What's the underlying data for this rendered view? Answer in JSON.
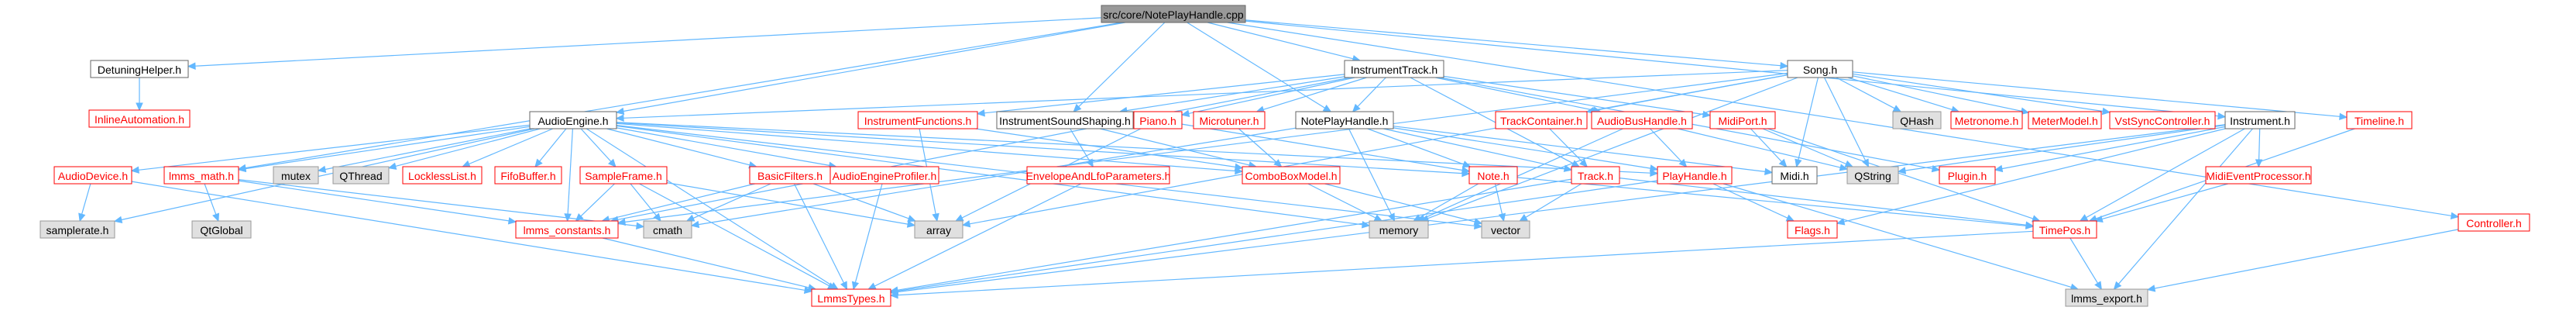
{
  "colors": {
    "root_fill": "#999999",
    "root_stroke": "#666666",
    "link_stroke": "#666666",
    "link_text": "#000000",
    "incomplete_stroke": "#ff0000",
    "incomplete_text": "#ff0000",
    "external_fill": "#e0e0e0",
    "external_stroke": "#999999",
    "edge": "#63b8ff"
  },
  "nodes": {
    "root": {
      "label": "src/core/NotePlayHandle.cpp",
      "kind": "root"
    },
    "detuning_helper": {
      "label": "DetuningHelper.h",
      "kind": "link"
    },
    "inline_automation": {
      "label": "InlineAutomation.h",
      "kind": "incomplete"
    },
    "audio_engine": {
      "label": "AudioEngine.h",
      "kind": "link"
    },
    "audio_device": {
      "label": "AudioDevice.h",
      "kind": "incomplete"
    },
    "samplerate": {
      "label": "samplerate.h",
      "kind": "external"
    },
    "lmms_math": {
      "label": "lmms_math.h",
      "kind": "incomplete"
    },
    "qtglobal": {
      "label": "QtGlobal",
      "kind": "external"
    },
    "mutex": {
      "label": "mutex",
      "kind": "external"
    },
    "qthread": {
      "label": "QThread",
      "kind": "external"
    },
    "lockless_list": {
      "label": "LocklessList.h",
      "kind": "incomplete"
    },
    "fifo_buffer": {
      "label": "FifoBuffer.h",
      "kind": "incomplete"
    },
    "sample_frame": {
      "label": "SampleFrame.h",
      "kind": "incomplete"
    },
    "lmms_constants": {
      "label": "lmms_constants.h",
      "kind": "incomplete"
    },
    "cmath": {
      "label": "cmath",
      "kind": "external"
    },
    "lmms_types": {
      "label": "LmmsTypes.h",
      "kind": "incomplete"
    },
    "basic_filters": {
      "label": "BasicFilters.h",
      "kind": "incomplete"
    },
    "audio_engine_profiler": {
      "label": "AudioEngineProfiler.h",
      "kind": "incomplete"
    },
    "array": {
      "label": "array",
      "kind": "external"
    },
    "instrument_functions": {
      "label": "InstrumentFunctions.h",
      "kind": "incomplete"
    },
    "instrument_track": {
      "label": "InstrumentTrack.h",
      "kind": "link"
    },
    "instrument_sound_shaping": {
      "label": "InstrumentSoundShaping.h",
      "kind": "link"
    },
    "envelope_lfo": {
      "label": "EnvelopeAndLfoParameters.h",
      "kind": "incomplete"
    },
    "piano": {
      "label": "Piano.h",
      "kind": "incomplete"
    },
    "microtuner": {
      "label": "Microtuner.h",
      "kind": "incomplete"
    },
    "combo_box_model": {
      "label": "ComboBoxModel.h",
      "kind": "incomplete"
    },
    "memory": {
      "label": "memory",
      "kind": "external"
    },
    "note_play_handle": {
      "label": "NotePlayHandle.h",
      "kind": "link"
    },
    "note": {
      "label": "Note.h",
      "kind": "incomplete"
    },
    "vector": {
      "label": "vector",
      "kind": "external"
    },
    "track": {
      "label": "Track.h",
      "kind": "incomplete"
    },
    "track_container": {
      "label": "TrackContainer.h",
      "kind": "incomplete"
    },
    "audio_bus_handle": {
      "label": "AudioBusHandle.h",
      "kind": "incomplete"
    },
    "play_handle": {
      "label": "PlayHandle.h",
      "kind": "incomplete"
    },
    "midi_port": {
      "label": "MidiPort.h",
      "kind": "incomplete"
    },
    "midi": {
      "label": "Midi.h",
      "kind": "link"
    },
    "qstring": {
      "label": "QString",
      "kind": "external"
    },
    "plugin": {
      "label": "Plugin.h",
      "kind": "incomplete"
    },
    "flags": {
      "label": "Flags.h",
      "kind": "incomplete"
    },
    "song": {
      "label": "Song.h",
      "kind": "link"
    },
    "qhash": {
      "label": "QHash",
      "kind": "external"
    },
    "metronome": {
      "label": "Metronome.h",
      "kind": "incomplete"
    },
    "meter_model": {
      "label": "MeterModel.h",
      "kind": "incomplete"
    },
    "vst_sync_controller": {
      "label": "VstSyncController.h",
      "kind": "incomplete"
    },
    "instrument": {
      "label": "Instrument.h",
      "kind": "link"
    },
    "midi_event_processor": {
      "label": "MidiEventProcessor.h",
      "kind": "incomplete"
    },
    "time_pos": {
      "label": "TimePos.h",
      "kind": "incomplete"
    },
    "timeline": {
      "label": "Timeline.h",
      "kind": "incomplete"
    },
    "controller": {
      "label": "Controller.h",
      "kind": "incomplete"
    },
    "lmms_export": {
      "label": "lmms_export.h",
      "kind": "external"
    }
  },
  "edges": [
    [
      "root",
      "detuning_helper"
    ],
    [
      "root",
      "audio_engine"
    ],
    [
      "root",
      "lmms_math"
    ],
    [
      "root",
      "instrument_sound_shaping"
    ],
    [
      "root",
      "instrument_track"
    ],
    [
      "root",
      "note_play_handle"
    ],
    [
      "root",
      "song"
    ],
    [
      "root",
      "instrument"
    ],
    [
      "root",
      "controller"
    ],
    [
      "detuning_helper",
      "inline_automation"
    ],
    [
      "audio_engine",
      "audio_device"
    ],
    [
      "audio_engine",
      "samplerate"
    ],
    [
      "audio_engine",
      "lmms_math"
    ],
    [
      "audio_engine",
      "mutex"
    ],
    [
      "audio_engine",
      "qthread"
    ],
    [
      "audio_engine",
      "lockless_list"
    ],
    [
      "audio_engine",
      "fifo_buffer"
    ],
    [
      "audio_engine",
      "sample_frame"
    ],
    [
      "audio_engine",
      "basic_filters"
    ],
    [
      "audio_engine",
      "audio_engine_profiler"
    ],
    [
      "audio_engine",
      "lmms_types"
    ],
    [
      "audio_engine",
      "combo_box_model"
    ],
    [
      "audio_engine",
      "note"
    ],
    [
      "audio_engine",
      "play_handle"
    ],
    [
      "audio_engine",
      "memory"
    ],
    [
      "audio_engine",
      "vector"
    ],
    [
      "audio_engine",
      "lmms_constants"
    ],
    [
      "audio_device",
      "samplerate"
    ],
    [
      "audio_device",
      "lmms_types"
    ],
    [
      "lmms_math",
      "qtglobal"
    ],
    [
      "lmms_math",
      "cmath"
    ],
    [
      "lmms_math",
      "lmms_constants"
    ],
    [
      "sample_frame",
      "lmms_constants"
    ],
    [
      "sample_frame",
      "array"
    ],
    [
      "sample_frame",
      "cmath"
    ],
    [
      "sample_frame",
      "lmms_types"
    ],
    [
      "lmms_constants",
      "lmms_types"
    ],
    [
      "basic_filters",
      "array"
    ],
    [
      "basic_filters",
      "cmath"
    ],
    [
      "basic_filters",
      "lmms_constants"
    ],
    [
      "basic_filters",
      "lmms_types"
    ],
    [
      "audio_engine_profiler",
      "lmms_types"
    ],
    [
      "instrument_track",
      "instrument_functions"
    ],
    [
      "instrument_track",
      "instrument_sound_shaping"
    ],
    [
      "instrument_track",
      "piano"
    ],
    [
      "instrument_track",
      "microtuner"
    ],
    [
      "instrument_track",
      "note_play_handle"
    ],
    [
      "instrument_track",
      "audio_bus_handle"
    ],
    [
      "instrument_track",
      "midi_port"
    ],
    [
      "instrument_track",
      "track"
    ],
    [
      "instrument_track",
      "plugin"
    ],
    [
      "instrument_track",
      "lmms_constants"
    ],
    [
      "instrument_functions",
      "array"
    ],
    [
      "instrument_functions",
      "combo_box_model"
    ],
    [
      "instrument_sound_shaping",
      "envelope_lfo"
    ],
    [
      "instrument_sound_shaping",
      "combo_box_model"
    ],
    [
      "envelope_lfo",
      "lmms_types"
    ],
    [
      "piano",
      "array"
    ],
    [
      "piano",
      "note"
    ],
    [
      "microtuner",
      "combo_box_model"
    ],
    [
      "combo_box_model",
      "memory"
    ],
    [
      "combo_box_model",
      "vector"
    ],
    [
      "note_play_handle",
      "note"
    ],
    [
      "note_play_handle",
      "play_handle"
    ],
    [
      "note_play_handle",
      "track"
    ],
    [
      "note_play_handle",
      "memory"
    ],
    [
      "note_play_handle",
      "midi"
    ],
    [
      "note_play_handle",
      "cmath"
    ],
    [
      "note",
      "vector"
    ],
    [
      "note",
      "memory"
    ],
    [
      "note",
      "time_pos"
    ],
    [
      "track",
      "vector"
    ],
    [
      "track",
      "lmms_types"
    ],
    [
      "track",
      "time_pos"
    ],
    [
      "track_container",
      "track"
    ],
    [
      "audio_bus_handle",
      "play_handle"
    ],
    [
      "audio_bus_handle",
      "memory"
    ],
    [
      "audio_bus_handle",
      "qstring"
    ],
    [
      "play_handle",
      "flags"
    ],
    [
      "play_handle",
      "lmms_types"
    ],
    [
      "play_handle",
      "lmms_export"
    ],
    [
      "midi_port",
      "midi"
    ],
    [
      "midi_port",
      "time_pos"
    ],
    [
      "midi_port",
      "qstring"
    ],
    [
      "song",
      "array"
    ],
    [
      "song",
      "memory"
    ],
    [
      "song",
      "qstring"
    ],
    [
      "song",
      "qhash"
    ],
    [
      "song",
      "metronome"
    ],
    [
      "song",
      "meter_model"
    ],
    [
      "song",
      "vst_sync_controller"
    ],
    [
      "song",
      "track_container"
    ],
    [
      "song",
      "audio_engine"
    ],
    [
      "song",
      "timeline"
    ],
    [
      "song",
      "lmms_constants"
    ],
    [
      "song",
      "midi"
    ],
    [
      "instrument",
      "plugin"
    ],
    [
      "instrument",
      "midi_event_processor"
    ],
    [
      "instrument",
      "time_pos"
    ],
    [
      "instrument",
      "flags"
    ],
    [
      "instrument",
      "qstring"
    ],
    [
      "instrument",
      "lmms_export"
    ],
    [
      "instrument",
      "lmms_types"
    ],
    [
      "midi_event_processor",
      "time_pos"
    ],
    [
      "timeline",
      "time_pos"
    ],
    [
      "time_pos",
      "lmms_types"
    ],
    [
      "time_pos",
      "lmms_export"
    ],
    [
      "controller",
      "lmms_export"
    ]
  ]
}
